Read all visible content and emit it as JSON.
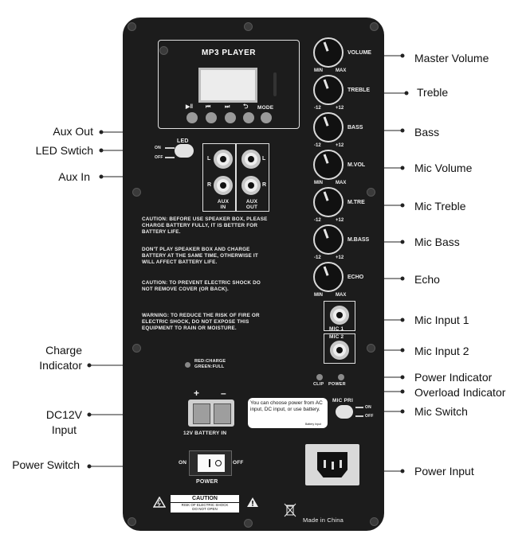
{
  "panel": {
    "mp3_title": "MP3 PLAYER",
    "mp3_buttons": [
      "▶‖",
      "⏮",
      "⏭",
      "⮌",
      "MODE"
    ],
    "knobs": [
      {
        "name": "VOLUME",
        "min": "MIN",
        "max": "MAX"
      },
      {
        "name": "TREBLE",
        "min": "-12",
        "max": "+12"
      },
      {
        "name": "BASS",
        "min": "-12",
        "max": "+12"
      },
      {
        "name": "M.VOL",
        "min": "MIN",
        "max": "MAX"
      },
      {
        "name": "M.TRE",
        "min": "-12",
        "max": "+12"
      },
      {
        "name": "M.BASS",
        "min": "-12",
        "max": "+12"
      },
      {
        "name": "ECHO",
        "min": "MIN",
        "max": "MAX"
      }
    ],
    "led_label": "LED",
    "led_on": "ON",
    "led_off": "OFF",
    "aux_l": "L",
    "aux_r": "R",
    "aux_in": "AUX\nIN",
    "aux_out": "AUX\nOUT",
    "caution1": "CAUTION: BEFORE USE SPEAKER BOX, PLEASE CHARGE BATTERY FULLY, IT IS BETTER FOR BATTERY LIFE.",
    "caution2": "DON'T PLAY SPEAKER BOX AND CHARGE BATTERY AT THE SAME TIME, OTHERWISE IT WILL AFFECT BATTERY LIFE.",
    "caution3": "CAUTION: TO PREVENT ELECTRIC SHOCK DO NOT REMOVE COVER (OR BACK).",
    "warning": "WARNING: TO REDUCE THE RISK OF FIRE OR ELECTRIC SHOCK, DO NOT EXPOSE THIS EQUIPMENT TO RAIN OR MOISTURE.",
    "mic1": "MIC 1",
    "mic2": "MIC 2",
    "charge_red": "RED:CHARGE",
    "charge_green": "GREEN:FULL",
    "clip": "CLIP",
    "power_led": "POWER",
    "plus": "+",
    "minus": "–",
    "battery_in": "12V BATTERY IN",
    "note": "You can choose power from AC input, DC input, or use battery.",
    "battery_small": "Battery Input",
    "mic_pri": "MIC PRI",
    "mic_on": "ON",
    "mic_off": "OFF",
    "sw_on": "ON",
    "sw_off": "OFF",
    "power": "POWER",
    "caution_box_title": "CAUTION",
    "caution_box_text": "RISK OF ELECTRIC SHOCK\nDO NOT OPEN",
    "made_in": "Made in China"
  },
  "callouts_right": [
    "Master Volume",
    "Treble",
    "Bass",
    "Mic Volume",
    "Mic Treble",
    "Mic Bass",
    "Echo",
    "Mic Input 1",
    "Mic Input 2",
    "Power Indicator",
    "Overload Indicator",
    "Mic Switch",
    "Power Input"
  ],
  "callouts_left": [
    "Aux Out",
    "LED Swtich",
    "Aux In",
    "Charge\nIndicator",
    "DC12V\nInput",
    "Power Switch"
  ]
}
